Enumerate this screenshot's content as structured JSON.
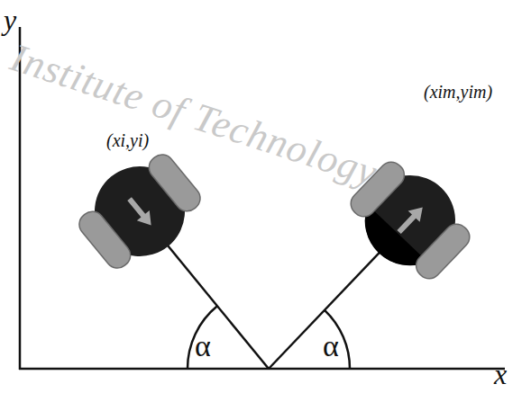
{
  "diagram": {
    "labels": [
      "Institute of Technology",
      "y",
      "x",
      "(xi,yi)",
      "(xim,yim)",
      "α",
      "α"
    ]
  }
}
